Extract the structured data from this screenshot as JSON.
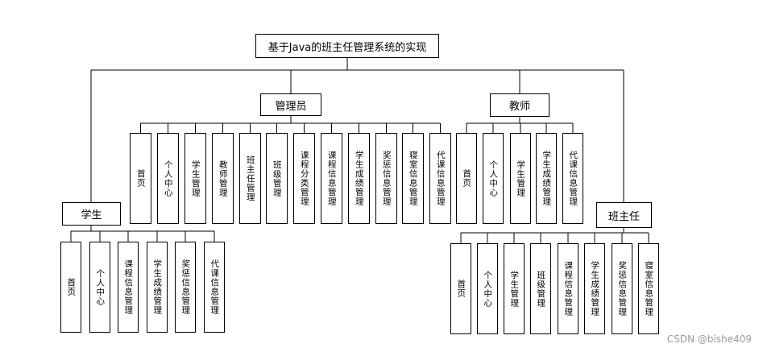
{
  "diagram": {
    "title": "基于Java的班主任管理系统的实现",
    "roles": {
      "admin": {
        "label": "管理员",
        "items": [
          "首页",
          "个人中心",
          "学生管理",
          "教师管理",
          "班主任管理",
          "班级管理",
          "课程分类管理",
          "课程信息管理",
          "学生成绩管理",
          "奖惩信息管理",
          "寝室信息管理",
          "代课信息管理"
        ]
      },
      "teacher": {
        "label": "教师",
        "items": [
          "首页",
          "个人中心",
          "学生管理",
          "学生成绩管理",
          "代课信息管理"
        ]
      },
      "student": {
        "label": "学生",
        "items": [
          "首页",
          "个人中心",
          "课程信息管理",
          "学生成绩管理",
          "奖惩信息管理",
          "代课信息管理"
        ]
      },
      "head_teacher": {
        "label": "班主任",
        "items": [
          "首页",
          "个人中心",
          "学生管理",
          "班级管理",
          "课程信息管理",
          "学生成绩管理",
          "奖惩信息管理",
          "寝室信息管理"
        ]
      }
    }
  },
  "watermark": "CSDN @bishe409"
}
